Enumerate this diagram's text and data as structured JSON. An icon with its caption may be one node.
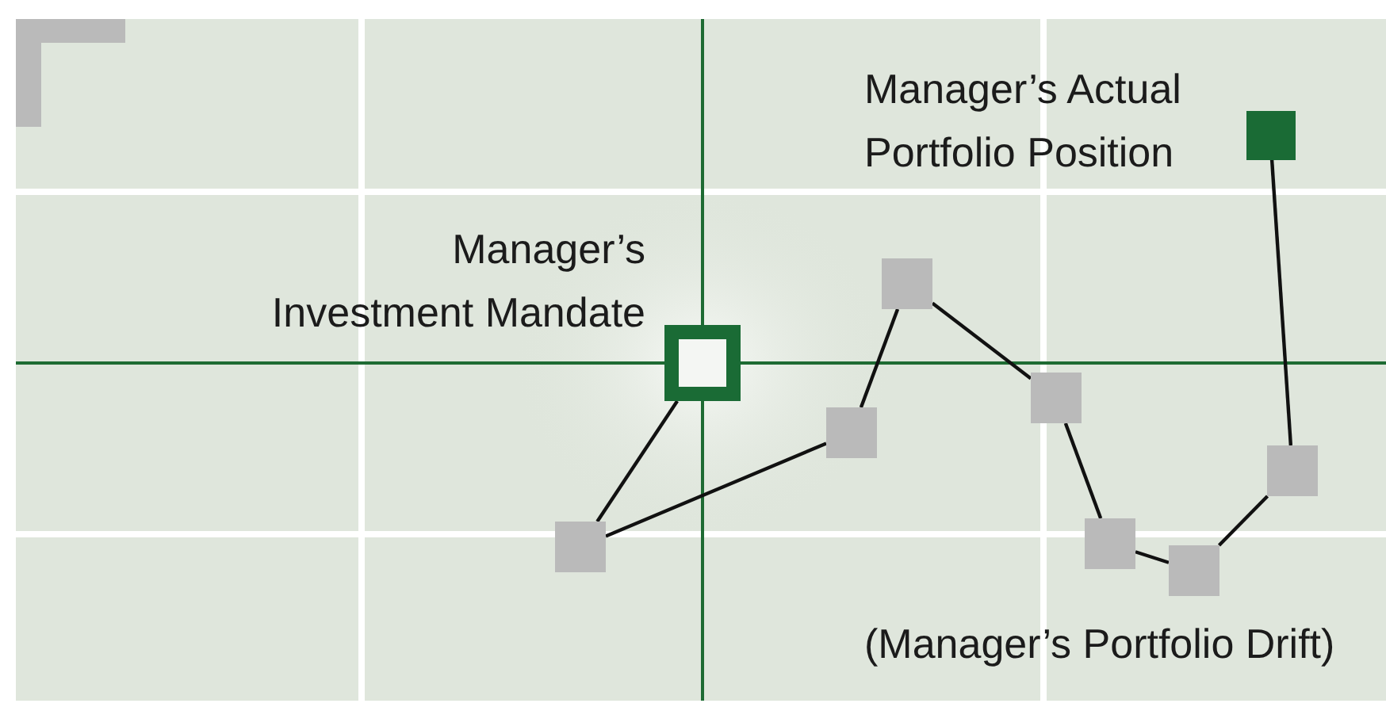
{
  "diagram": {
    "nodes": [
      {
        "text": [
          "Manager’s Investment Mandate"
        ]
      },
      {
        "text": [],
        "shape": "box"
      },
      {
        "text": [],
        "shape": "box"
      },
      {
        "text": [],
        "shape": "box"
      },
      {
        "text": [],
        "shape": "box"
      },
      {
        "text": [],
        "shape": "box"
      },
      {
        "text": [],
        "shape": "box"
      },
      {
        "text": [],
        "shape": "box"
      },
      {
        "text": [
          "Manager’s Actual Portfolio Position"
        ]
      }
    ],
    "edges": [
      {
        "from": 0,
        "to": 1,
        "arrow": "none"
      },
      {
        "from": 1,
        "to": 2,
        "arrow": "none"
      },
      {
        "from": 2,
        "to": 3,
        "arrow": "none"
      },
      {
        "from": 3,
        "to": 4,
        "arrow": "none"
      },
      {
        "from": 4,
        "to": 5,
        "arrow": "none"
      },
      {
        "from": 5,
        "to": 6,
        "arrow": "none"
      },
      {
        "from": 6,
        "to": 7,
        "arrow": "none"
      },
      {
        "from": 7,
        "to": 8,
        "arrow": "none"
      }
    ],
    "labels": [
      "(Manager’s Portfolio Drift)"
    ]
  }
}
